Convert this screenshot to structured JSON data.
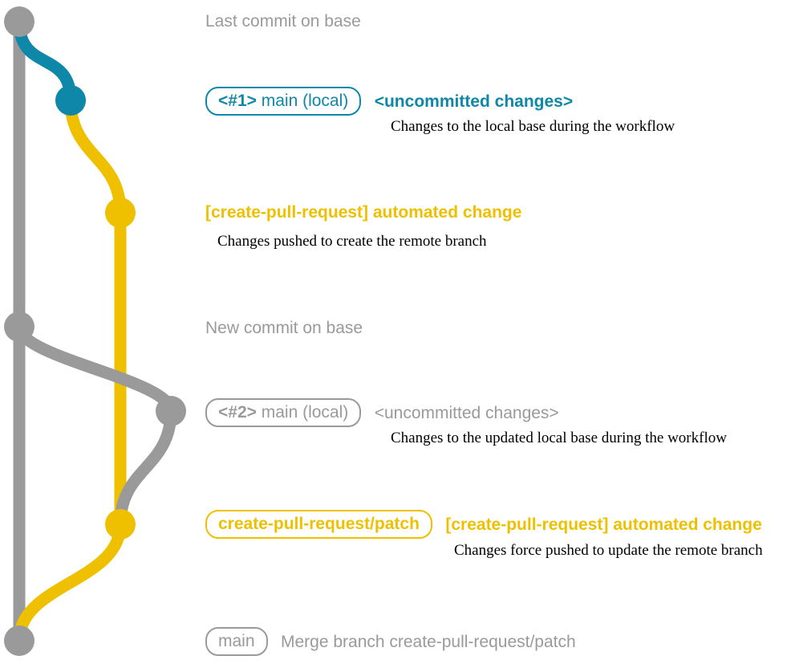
{
  "diagram": {
    "title_colors": {
      "gray": "#9a9a9a",
      "blue": "#0f87a8",
      "yellow": "#eec000",
      "note": "#000000",
      "background": "#ffffff"
    },
    "entries": [
      {
        "id": "last-commit-on-base",
        "badge": null,
        "subject": "Last commit on base",
        "subject_color": "gray",
        "note": null,
        "node_color": "gray"
      },
      {
        "id": "local-main-1",
        "badge_strong": "<#1>",
        "badge_normal": " main (local)",
        "badge_color": "blue",
        "subject": "<uncommitted changes>",
        "subject_color": "blue",
        "note": "Changes to the local base during the workflow",
        "node_color": "blue"
      },
      {
        "id": "automated-change-1",
        "badge": null,
        "subject": "[create-pull-request] automated change",
        "subject_color": "yellow",
        "note": "Changes pushed to create the remote branch",
        "node_color": "yellow"
      },
      {
        "id": "new-commit-on-base",
        "badge": null,
        "subject": "New commit on base",
        "subject_color": "gray",
        "note": null,
        "node_color": "gray"
      },
      {
        "id": "local-main-2",
        "badge_strong": "<#2>",
        "badge_normal": " main (local)",
        "badge_color": "gray",
        "subject": "<uncommitted changes>",
        "subject_color": "gray",
        "note": "Changes to the updated local base during the workflow",
        "node_color": "gray"
      },
      {
        "id": "automated-change-2",
        "badge_strong": "create-pull-request/patch",
        "badge_normal": "",
        "badge_color": "yellow",
        "subject": "[create-pull-request] automated change",
        "subject_color": "yellow",
        "note": "Changes force pushed to update the remote branch",
        "node_color": "yellow"
      },
      {
        "id": "merge-commit",
        "badge_strong": "",
        "badge_normal": "main",
        "badge_color": "gray",
        "subject": "Merge branch create-pull-request/patch",
        "subject_color": "gray",
        "note": null,
        "node_color": "gray"
      }
    ]
  }
}
